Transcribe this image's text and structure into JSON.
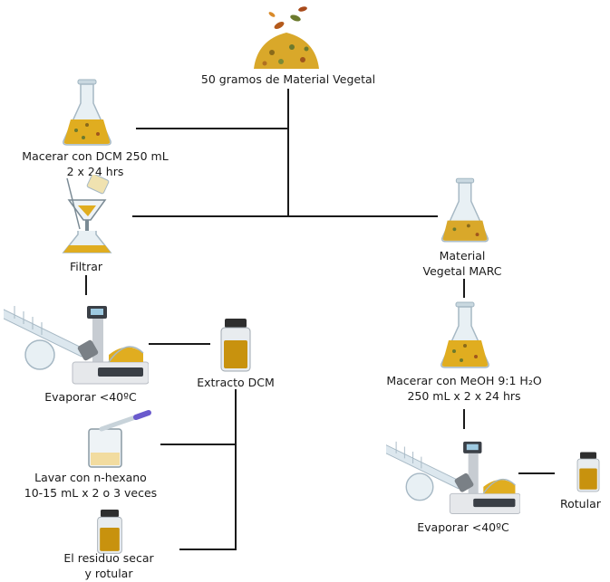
{
  "nodes": {
    "top": "50 gramos de Material Vegetal",
    "macerar1_l1": "Macerar con DCM 250 mL",
    "macerar1_l2": "2 x 24 hrs",
    "filtrar": "Filtrar",
    "evaporar1": "Evaporar <40ºC",
    "extracto": "Extracto DCM",
    "lavar_l1": "Lavar con n-hexano",
    "lavar_l2": "10-15 mL x 2 o 3 veces",
    "residuo_l1": "El residuo secar",
    "residuo_l2": "y rotular",
    "marc_l1": "Material",
    "marc_l2": "Vegetal MARC",
    "macerar2_l1": "Macerar con MeOH 9:1 H₂O",
    "macerar2_l2": "250 mL x 2 x 24 hrs",
    "evaporar2": "Evaporar <40ºC",
    "rotular": "Rotular"
  },
  "colors": {
    "line": "#1a1a1a",
    "plant": "#d9a82a",
    "liquid": "#e0ad20",
    "glass": "#d6e4ec"
  },
  "icons": [
    "leaf-pile-icon",
    "flask-icon",
    "filter-funnel-icon",
    "rotary-evaporator-icon",
    "vial-icon",
    "beaker-pipette-icon"
  ]
}
